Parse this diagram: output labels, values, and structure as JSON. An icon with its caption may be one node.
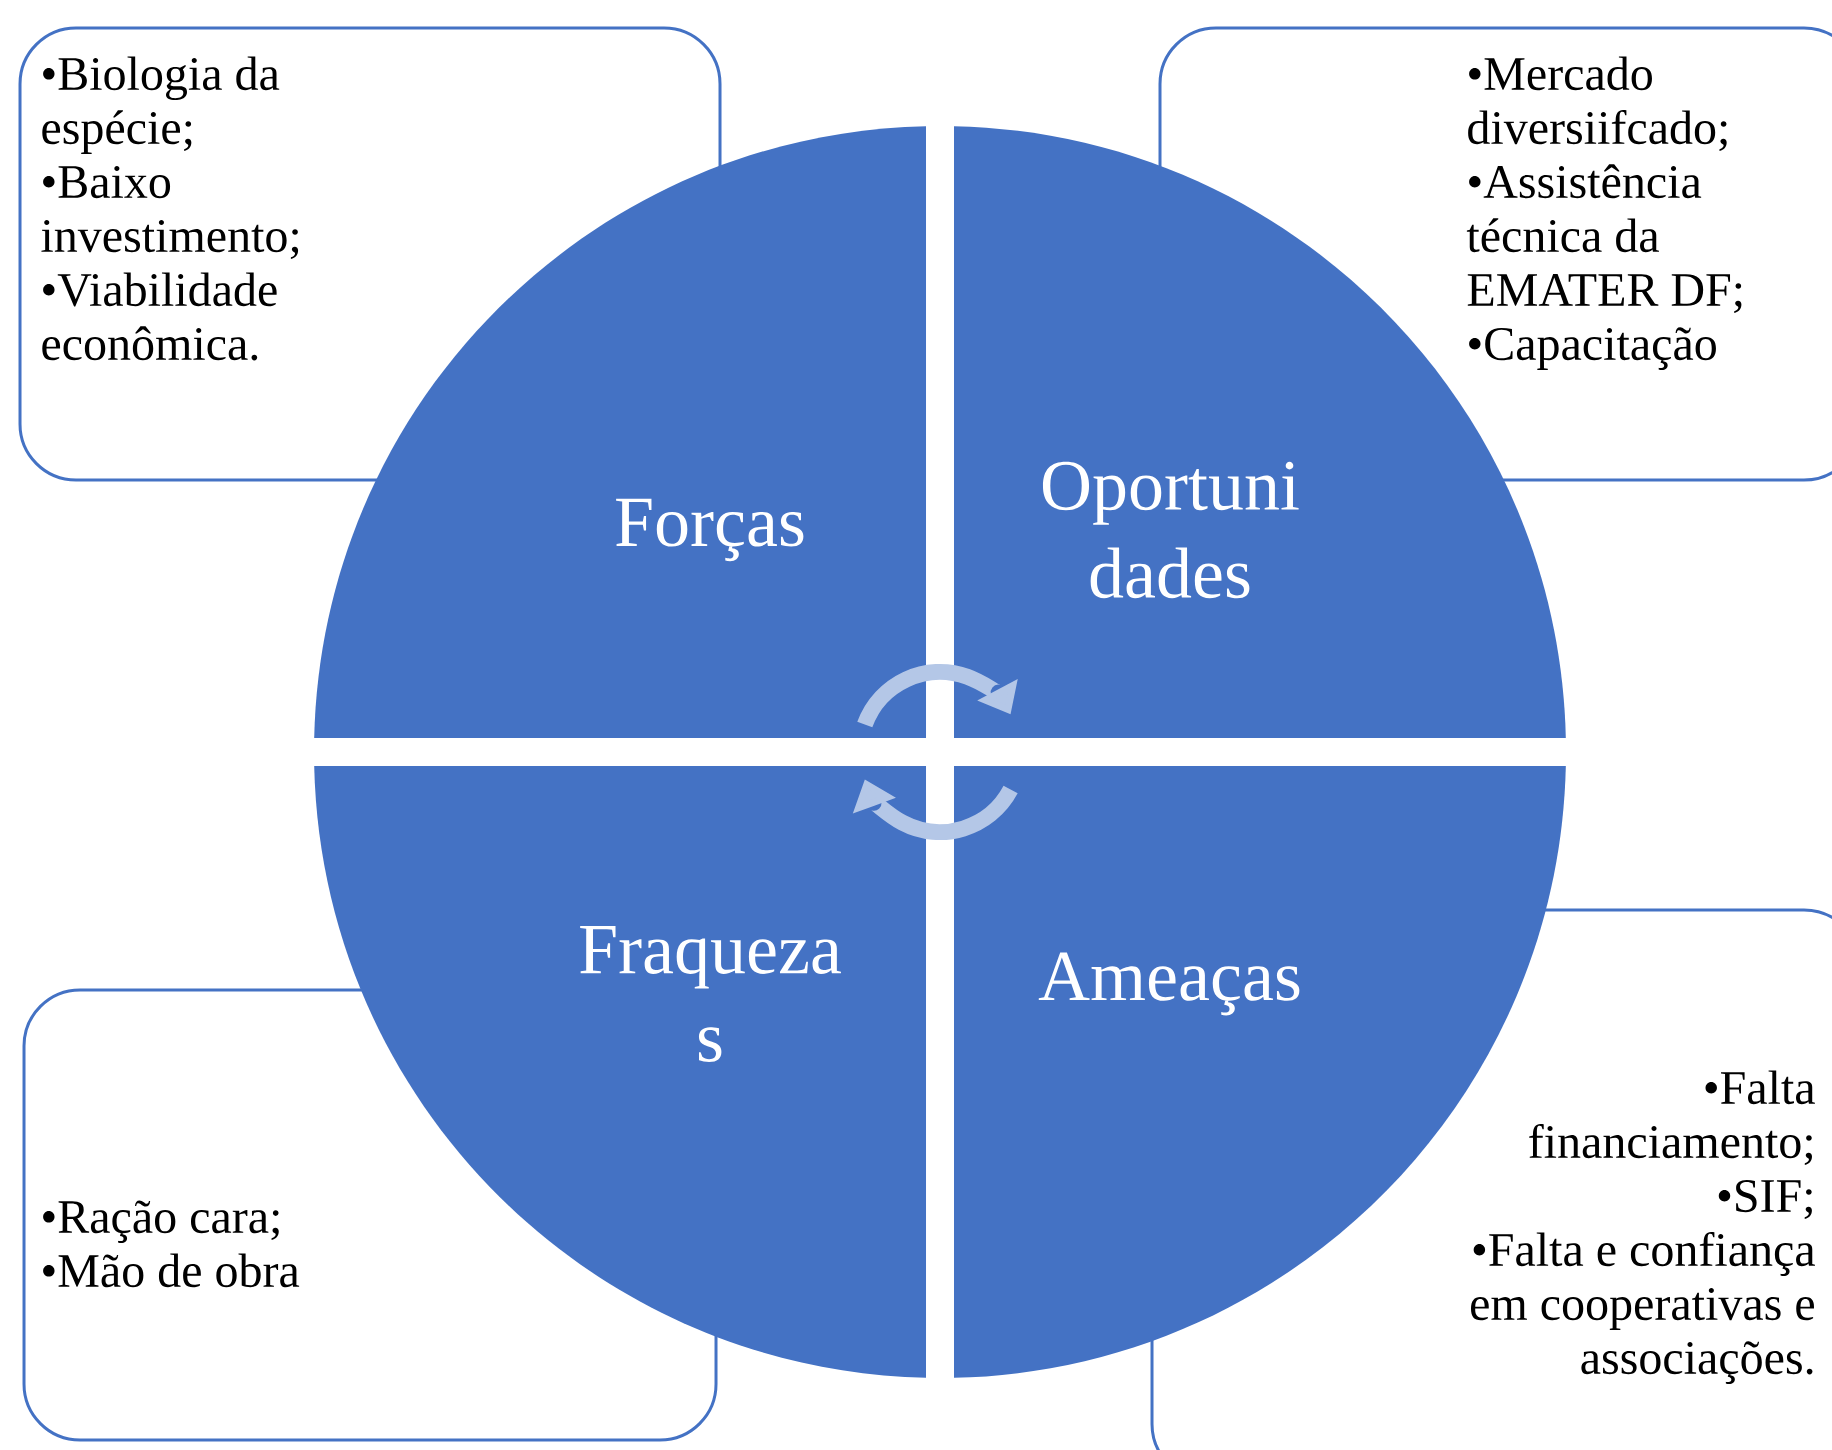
{
  "diagram": {
    "nodes": [
      {
        "text": [
          "•Biologia da espécie;",
          "•Baixo investimento;",
          "•Viabilidade econômica."
        ]
      },
      {
        "text": [
          "•Mercado diversiifcado;",
          "•Assistência técnica da EMATER DF;",
          "•Capacitação"
        ]
      },
      {
        "text": [
          "Forças"
        ]
      },
      {
        "text": [
          "Oportuni dades"
        ]
      },
      {
        "text": [
          "Fraqueza s"
        ]
      },
      {
        "text": [
          "Ameaças"
        ]
      },
      {
        "text": [
          "•Ração cara;",
          "•Mão de obra"
        ]
      },
      {
        "text": [
          "•Falta financiamento;",
          "•SIF;",
          "•Falta e confiança em cooperativas e associações."
        ]
      }
    ],
    "edges": [
      {
        "from": 2,
        "to": 3,
        "arrow": "to"
      },
      {
        "from": 5,
        "to": 4,
        "arrow": "to"
      }
    ]
  }
}
